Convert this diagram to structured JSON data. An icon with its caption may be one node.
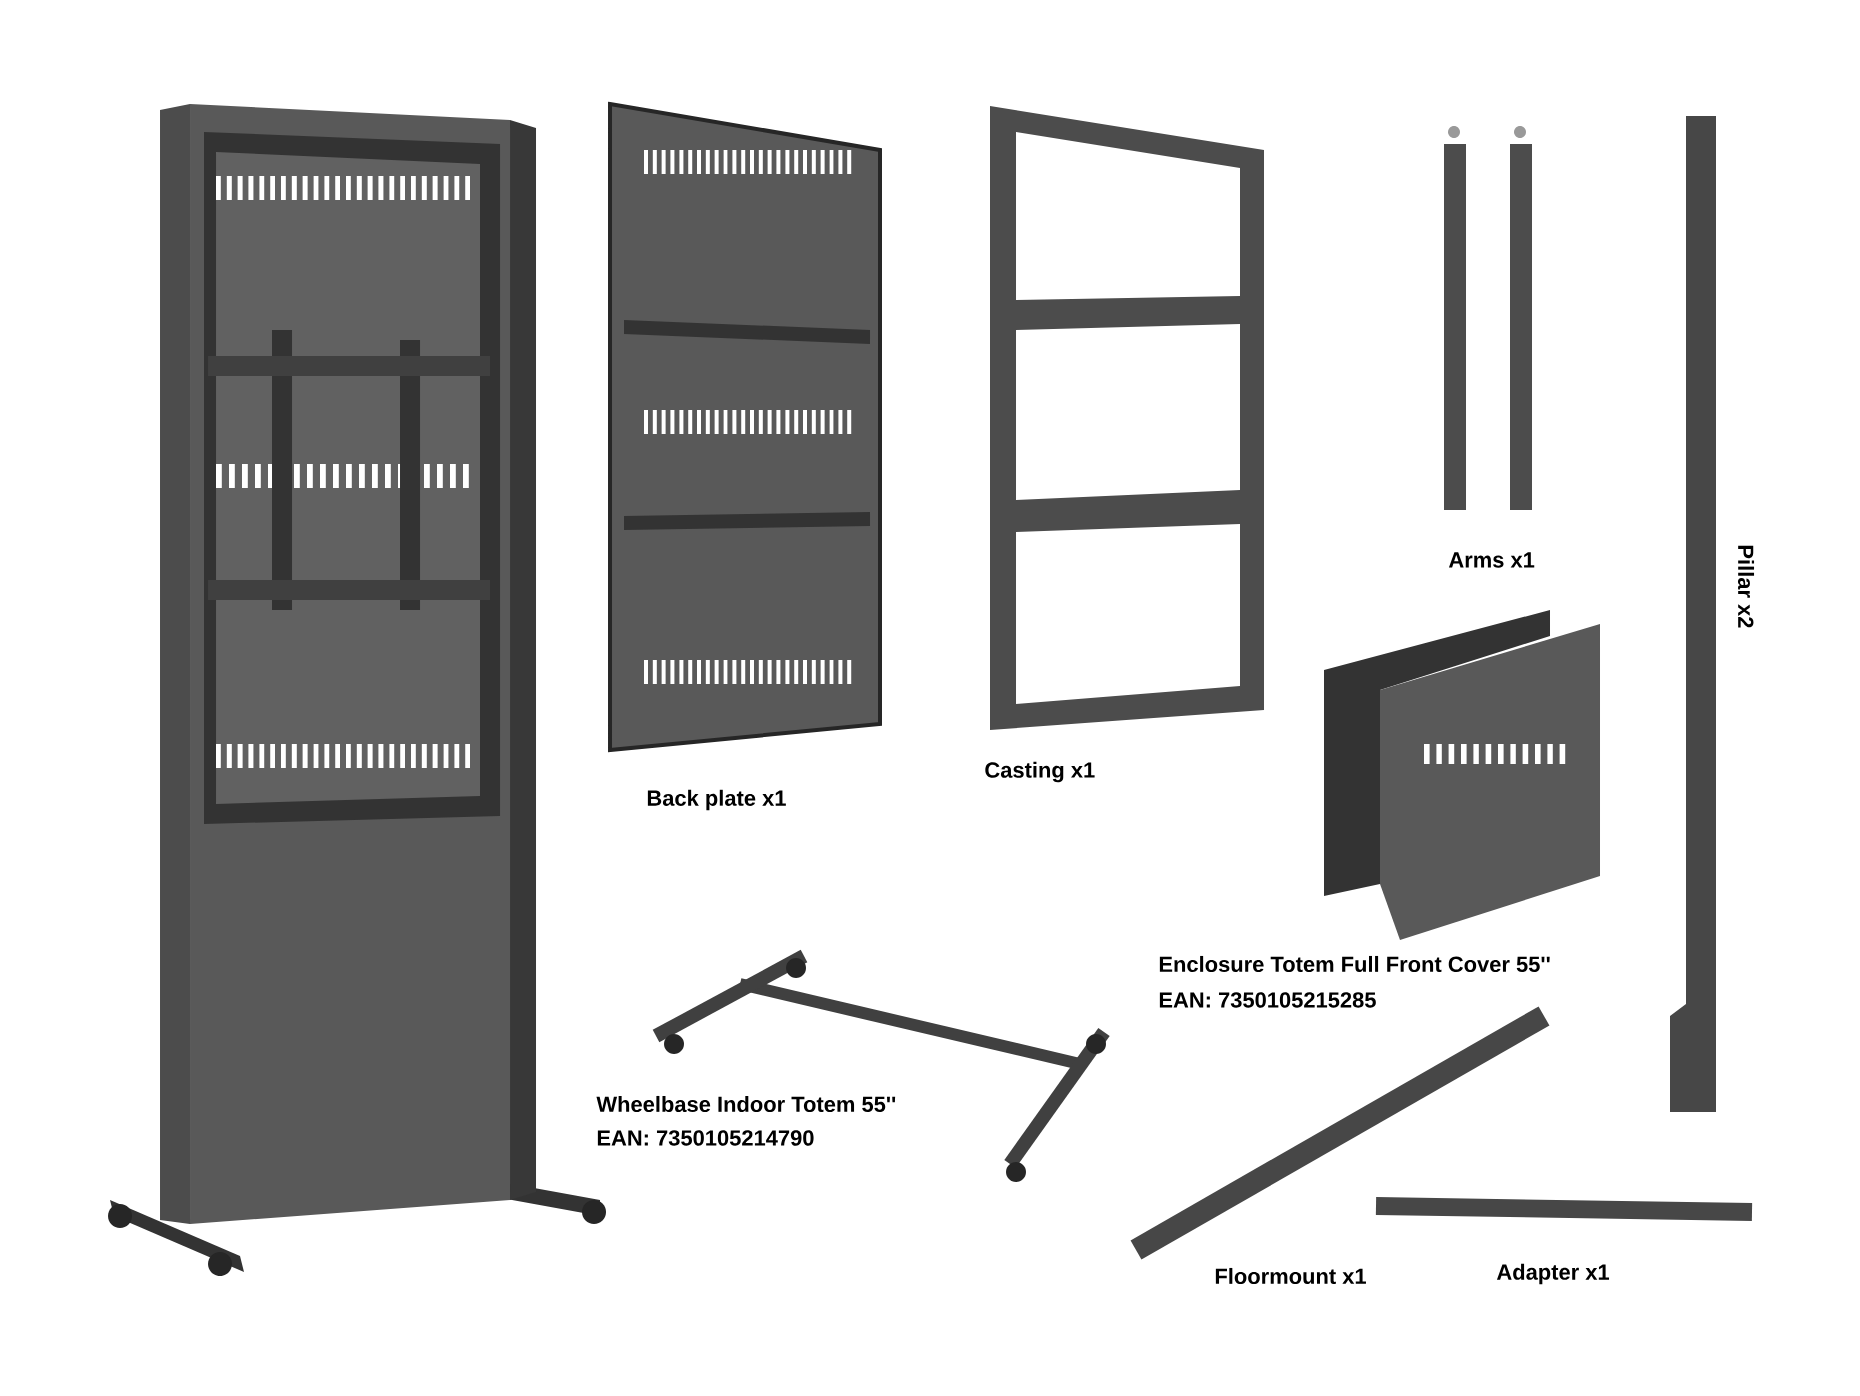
{
  "diagram": {
    "labels": [
      "Arms x1",
      "Pillar x2",
      "Casting x1",
      "Back plate x1",
      "Enclosure Totem Full Front Cover 55''",
      "EAN: 7350105215285",
      "Wheelbase Indoor Totem 55''",
      "EAN: 7350105214790",
      "Adapter x1",
      "Floormount x1"
    ]
  }
}
